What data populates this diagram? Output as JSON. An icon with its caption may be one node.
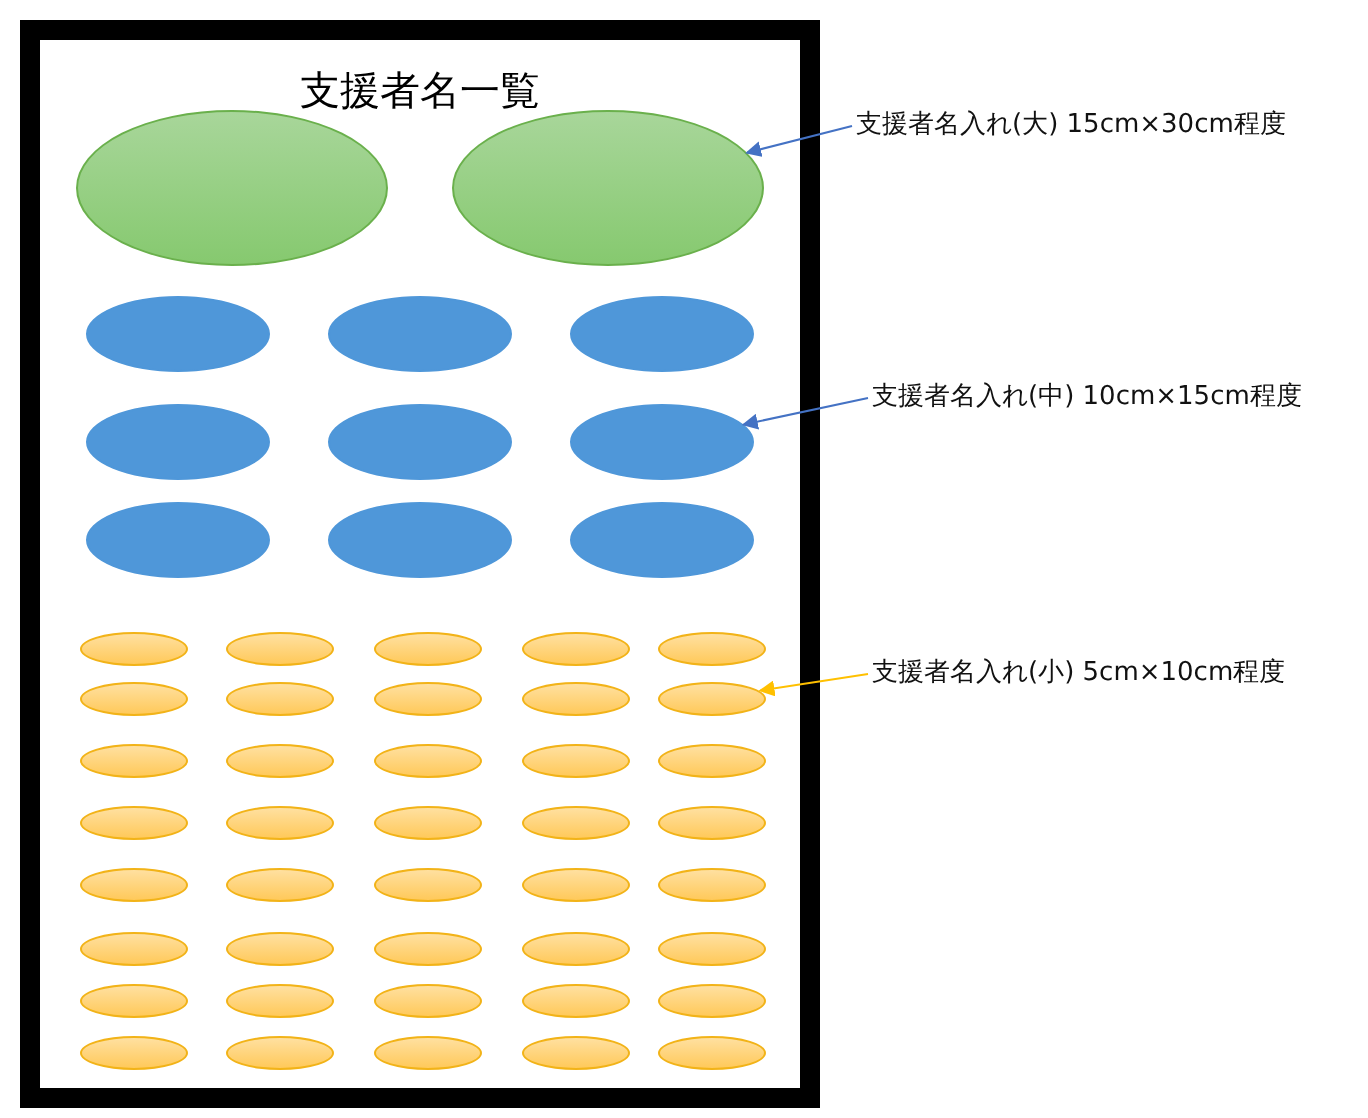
{
  "diagram": {
    "nodes": [
      {
        "text": [
          "支援者名一覧"
        ]
      },
      {
        "text": [],
        "shape": "ellipse",
        "in": 0
      },
      {
        "text": [],
        "shape": "ellipse",
        "in": 0
      },
      {
        "text": [],
        "shape": "ellipse",
        "in": 0
      },
      {
        "text": [],
        "shape": "ellipse",
        "in": 0
      },
      {
        "text": [],
        "shape": "ellipse",
        "in": 0
      },
      {
        "text": [],
        "shape": "ellipse",
        "in": 0
      },
      {
        "text": [],
        "shape": "ellipse",
        "in": 0
      },
      {
        "text": [],
        "shape": "ellipse",
        "in": 0
      },
      {
        "text": [],
        "shape": "ellipse",
        "in": 0
      },
      {
        "text": [],
        "shape": "ellipse",
        "in": 0
      },
      {
        "text": [],
        "shape": "ellipse",
        "in": 0
      },
      {
        "text": [],
        "shape": "ellipse",
        "in": 0
      },
      {
        "text": [],
        "shape": "ellipse",
        "in": 0
      },
      {
        "text": [],
        "shape": "ellipse",
        "in": 0
      },
      {
        "text": [],
        "shape": "ellipse",
        "in": 0
      },
      {
        "text": [],
        "shape": "ellipse",
        "in": 0
      },
      {
        "text": [],
        "shape": "ellipse",
        "in": 0
      },
      {
        "text": [],
        "shape": "ellipse",
        "in": 0
      },
      {
        "text": [],
        "shape": "ellipse",
        "in": 0
      },
      {
        "text": [],
        "shape": "ellipse",
        "in": 0
      },
      {
        "text": [],
        "shape": "ellipse",
        "in": 0
      },
      {
        "text": [],
        "shape": "ellipse",
        "in": 0
      },
      {
        "text": [],
        "shape": "ellipse",
        "in": 0
      },
      {
        "text": [],
        "shape": "ellipse",
        "in": 0
      },
      {
        "text": [],
        "shape": "ellipse",
        "in": 0
      },
      {
        "text": [],
        "shape": "ellipse",
        "in": 0
      },
      {
        "text": [],
        "shape": "ellipse",
        "in": 0
      },
      {
        "text": [],
        "shape": "ellipse",
        "in": 0
      },
      {
        "text": [],
        "shape": "ellipse",
        "in": 0
      },
      {
        "text": [],
        "shape": "ellipse",
        "in": 0
      },
      {
        "text": [],
        "shape": "ellipse",
        "in": 0
      },
      {
        "text": [],
        "shape": "ellipse",
        "in": 0
      },
      {
        "text": [],
        "shape": "ellipse",
        "in": 0
      },
      {
        "text": [],
        "shape": "ellipse",
        "in": 0
      },
      {
        "text": [],
        "shape": "ellipse",
        "in": 0
      },
      {
        "text": [],
        "shape": "ellipse",
        "in": 0
      },
      {
        "text": [],
        "shape": "ellipse",
        "in": 0
      },
      {
        "text": [],
        "shape": "ellipse",
        "in": 0
      },
      {
        "text": [],
        "shape": "ellipse",
        "in": 0
      },
      {
        "text": [],
        "shape": "ellipse",
        "in": 0
      },
      {
        "text": [],
        "shape": "ellipse",
        "in": 0
      },
      {
        "text": [],
        "shape": "ellipse",
        "in": 0
      },
      {
        "text": [],
        "shape": "ellipse",
        "in": 0
      },
      {
        "text": [],
        "shape": "ellipse",
        "in": 0
      },
      {
        "text": [],
        "shape": "ellipse",
        "in": 0
      },
      {
        "text": [],
        "shape": "ellipse",
        "in": 0
      },
      {
        "text": [],
        "shape": "ellipse",
        "in": 0
      },
      {
        "text": [],
        "shape": "ellipse",
        "in": 0
      },
      {
        "text": [],
        "shape": "ellipse",
        "in": 0
      },
      {
        "text": [],
        "shape": "ellipse",
        "in": 0
      },
      {
        "text": [],
        "shape": "ellipse",
        "in": 0
      },
      {
        "text": [
          "支援者名入れ(大) 15cm×30cm程度"
        ]
      },
      {
        "text": [
          "支援者名入れ(中) 10cm×15cm程度"
        ]
      },
      {
        "text": [
          "支援者名入れ(小) 5cm×10cm程度"
        ]
      }
    ],
    "edges": [
      {
        "from": 52,
        "to": 2,
        "arrow": "to"
      },
      {
        "from": 53,
        "to": 8,
        "arrow": "to"
      },
      {
        "from": 54,
        "to": 21,
        "arrow": "to",
        "color": "#ffc000"
      }
    ]
  }
}
